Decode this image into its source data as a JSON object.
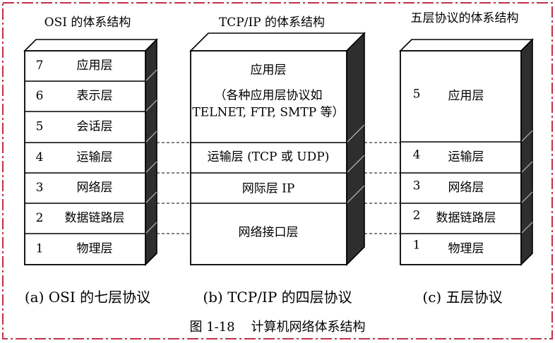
{
  "colors": {
    "frame": "#c0304a",
    "stroke": "#000000",
    "side_fill": "#2e2e2e",
    "face_fill": "#ffffff"
  },
  "osi": {
    "title": "OSI 的体系结构",
    "layers": [
      {
        "num": "7",
        "name": "应用层"
      },
      {
        "num": "6",
        "name": "表示层"
      },
      {
        "num": "5",
        "name": "会话层"
      },
      {
        "num": "4",
        "name": "运输层"
      },
      {
        "num": "3",
        "name": "网络层"
      },
      {
        "num": "2",
        "name": "数据链路层"
      },
      {
        "num": "1",
        "name": "物理层"
      }
    ],
    "caption": "(a) OSI 的七层协议"
  },
  "tcpip": {
    "title": "TCP/IP 的体系结构",
    "layers": [
      {
        "lines": [
          "应用层",
          "（各种应用层协议如",
          "TELNET, FTP, SMTP 等）"
        ]
      },
      {
        "lines": [
          "运输层 (TCP 或 UDP)"
        ]
      },
      {
        "lines": [
          "网际层 IP"
        ]
      },
      {
        "lines": [
          "网络接口层"
        ]
      }
    ],
    "caption": "(b) TCP/IP 的四层协议"
  },
  "five": {
    "title": "五层协议的体系结构",
    "layers": [
      {
        "num": "5",
        "name": "应用层"
      },
      {
        "num": "4",
        "name": "运输层"
      },
      {
        "num": "3",
        "name": "网络层"
      },
      {
        "num": "2",
        "name": "数据链路层"
      },
      {
        "num": "1",
        "name": "物理层"
      }
    ],
    "caption": "(c) 五层协议"
  },
  "figure_caption": "图 1-18    计算机网络体系结构"
}
